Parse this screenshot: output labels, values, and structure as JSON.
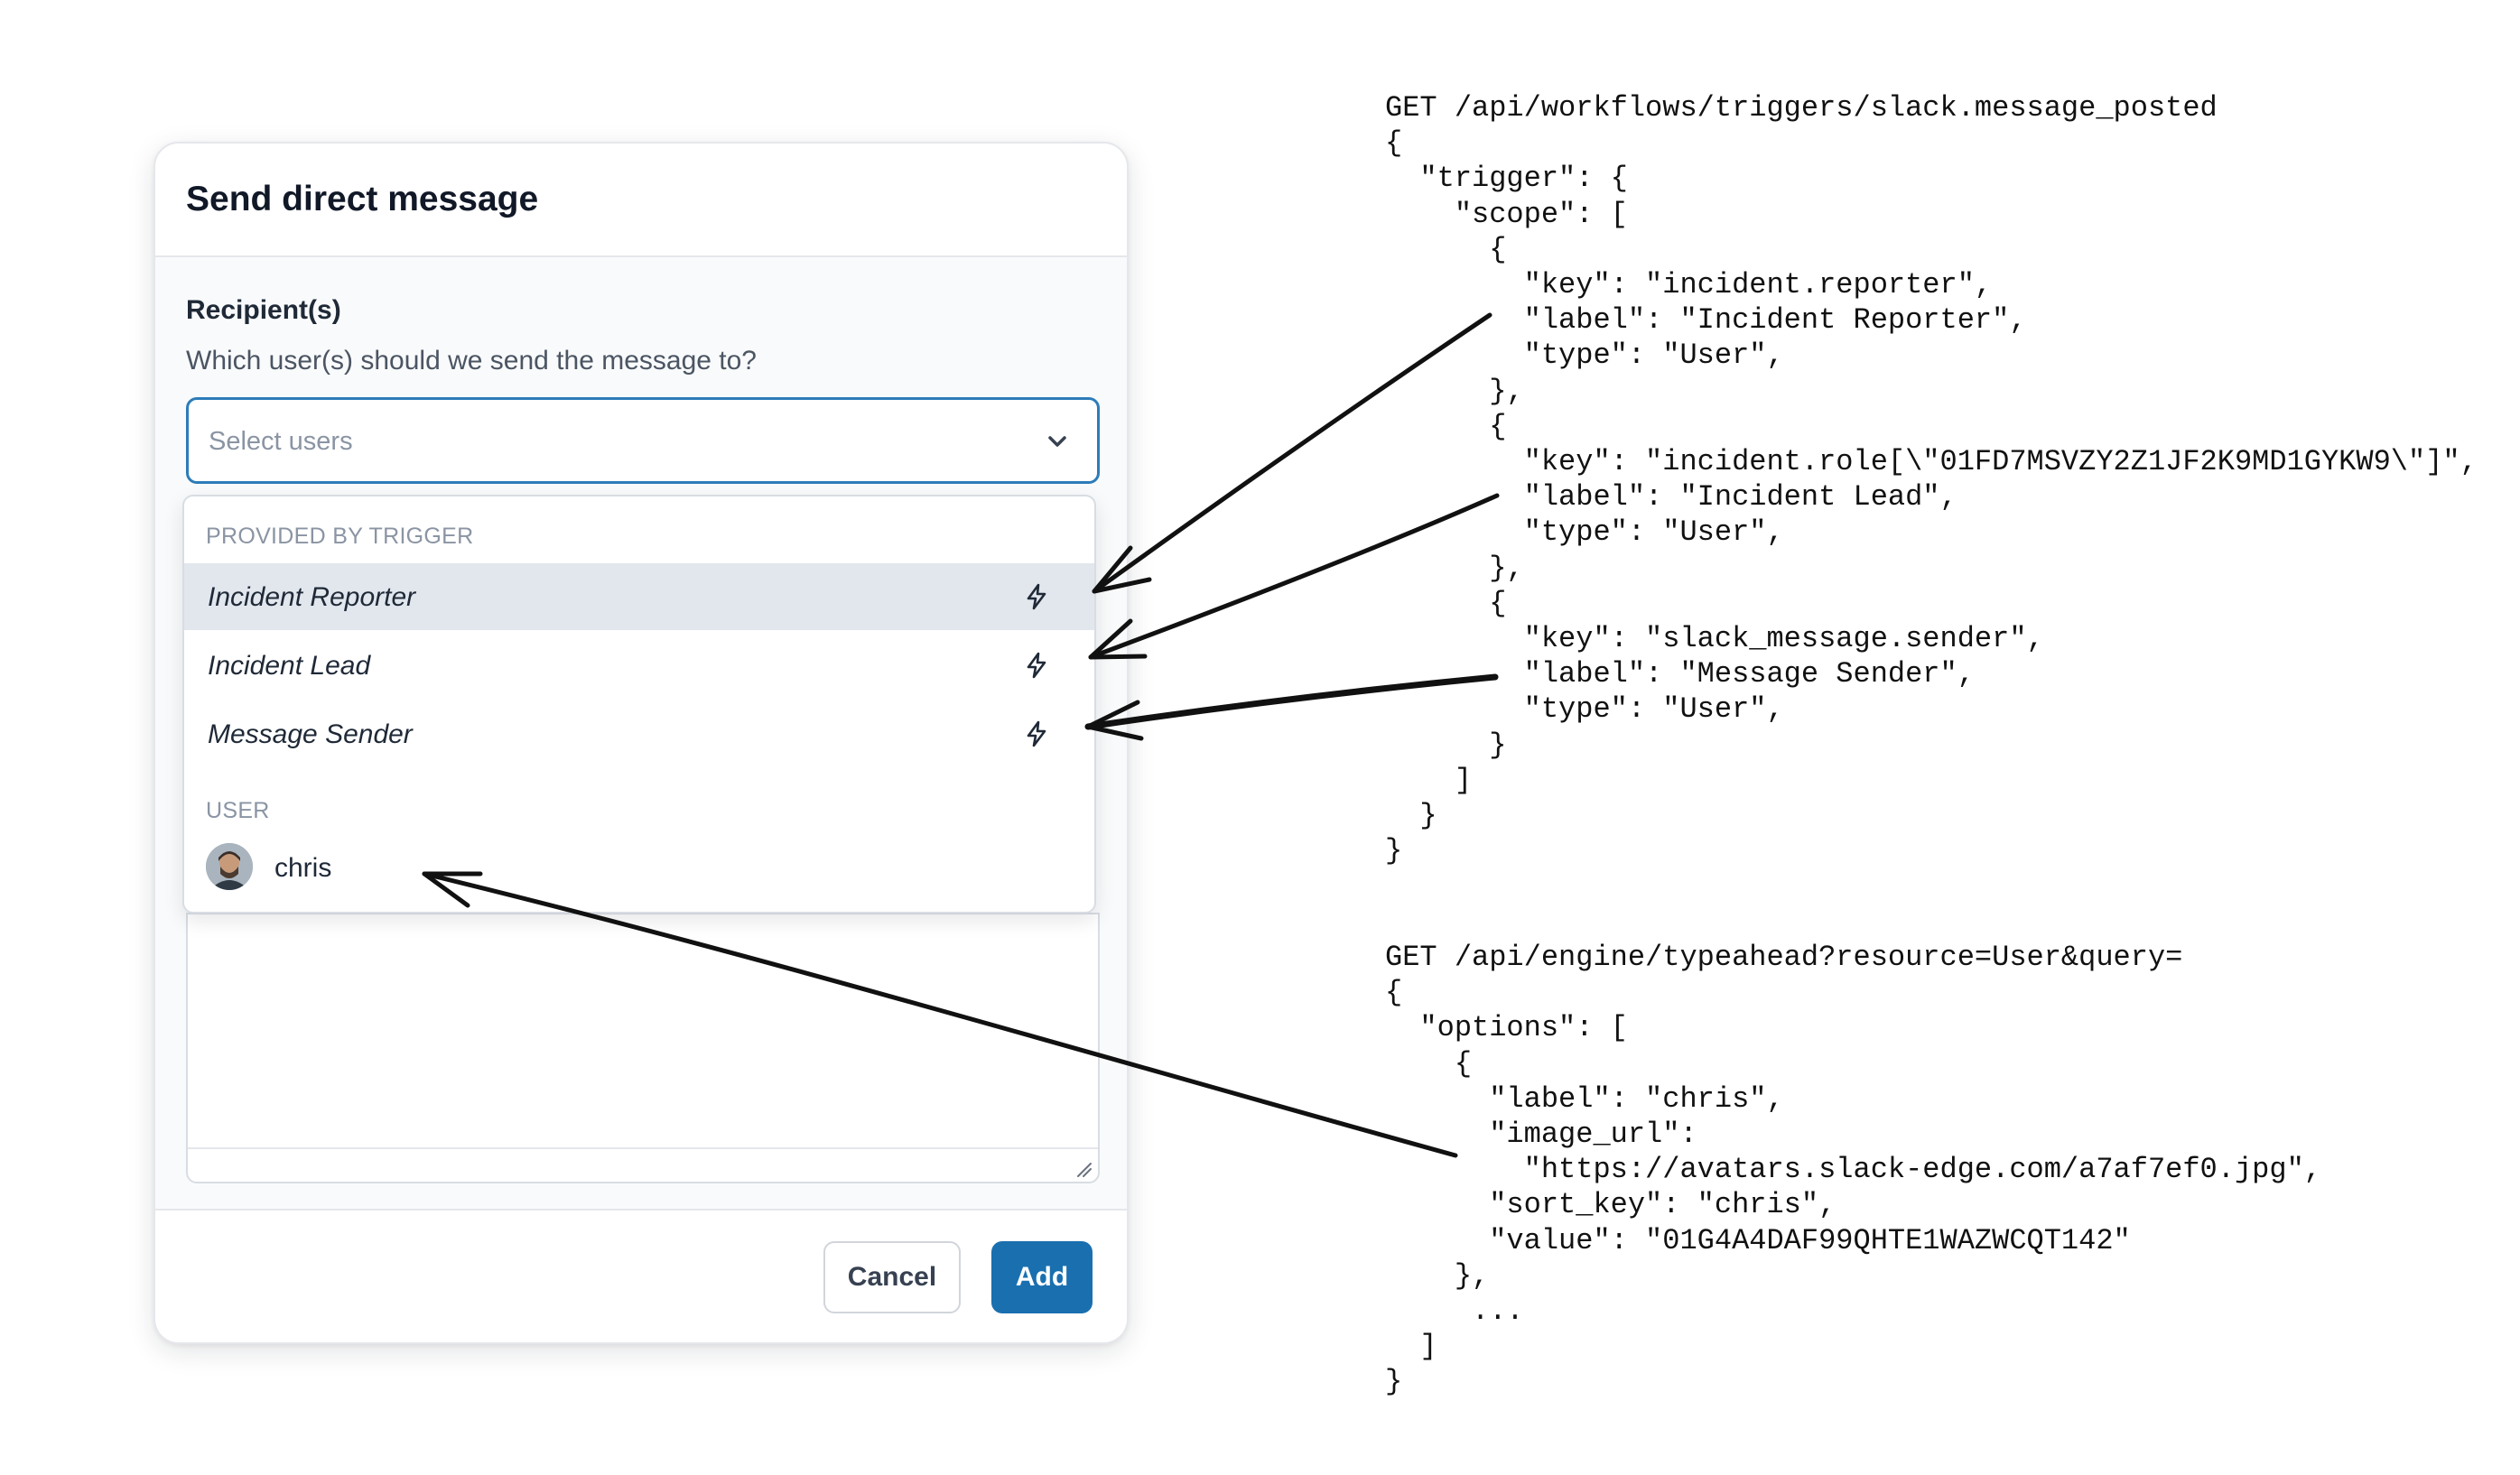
{
  "modal": {
    "title": "Send direct message",
    "field_label": "Recipient(s)",
    "field_help": "Which user(s) should we send the message to?",
    "select_placeholder": "Select users",
    "cancel_label": "Cancel",
    "add_label": "Add"
  },
  "dropdown": {
    "groups": [
      {
        "label": "PROVIDED BY TRIGGER",
        "options": [
          {
            "label": "Incident Reporter",
            "icon": "bolt-icon",
            "highlighted": true
          },
          {
            "label": "Incident Lead",
            "icon": "bolt-icon",
            "highlighted": false
          },
          {
            "label": "Message Sender",
            "icon": "bolt-icon",
            "highlighted": false
          }
        ]
      },
      {
        "label": "USER",
        "options": [
          {
            "label": "chris",
            "icon": "avatar"
          }
        ]
      }
    ]
  },
  "code": {
    "block1": "GET /api/workflows/triggers/slack.message_posted\n{\n  \"trigger\": {\n    \"scope\": [\n      {\n        \"key\": \"incident.reporter\",\n        \"label\": \"Incident Reporter\",\n        \"type\": \"User\",\n      },\n      {\n        \"key\": \"incident.role[\\\"01FD7MSVZY2Z1JF2K9MD1GYKW9\\\"]\",\n        \"label\": \"Incident Lead\",\n        \"type\": \"User\",\n      },\n      {\n        \"key\": \"slack_message.sender\",\n        \"label\": \"Message Sender\",\n        \"type\": \"User\",\n      }\n    ]\n  }\n}",
    "block2": "GET /api/engine/typeahead?resource=User&query=\n{\n  \"options\": [\n    {\n      \"label\": \"chris\",\n      \"image_url\":\n        \"https://avatars.slack-edge.com/a7af7ef0.jpg\",\n      \"sort_key\": \"chris\",\n      \"value\": \"01G4A4DAF99QHTE1WAZWCQT142\"\n    },\n     ...\n  ]\n}"
  },
  "colors": {
    "accent": "#2d7cb8",
    "primary_button": "#1a6faf",
    "highlight_row": "#e2e7ee"
  }
}
